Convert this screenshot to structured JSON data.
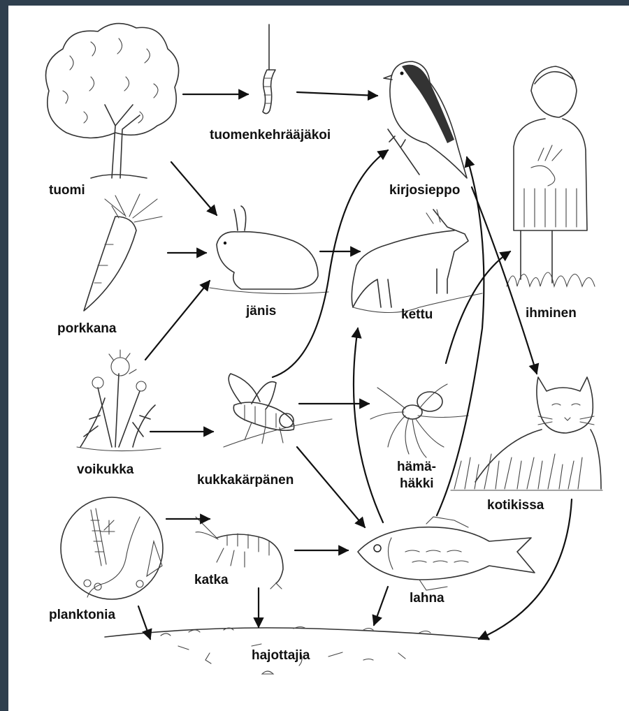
{
  "labels": {
    "tuomi": "tuomi",
    "tuomenkehraajakoi": "tuomenkehrääjäkoi",
    "kirjosieppo": "kirjosieppo",
    "ihminen": "ihminen",
    "porkkana": "porkkana",
    "janis": "jänis",
    "kettu": "kettu",
    "voikukka": "voikukka",
    "kukkakarpanen": "kukkakärpänen",
    "hamahakki_1": "hämä-",
    "hamahakki_2": "häkki",
    "kotikissa": "kotikissa",
    "planktonia": "planktonia",
    "katka": "katka",
    "lahna": "lahna",
    "hajottajia": "hajottajia"
  }
}
